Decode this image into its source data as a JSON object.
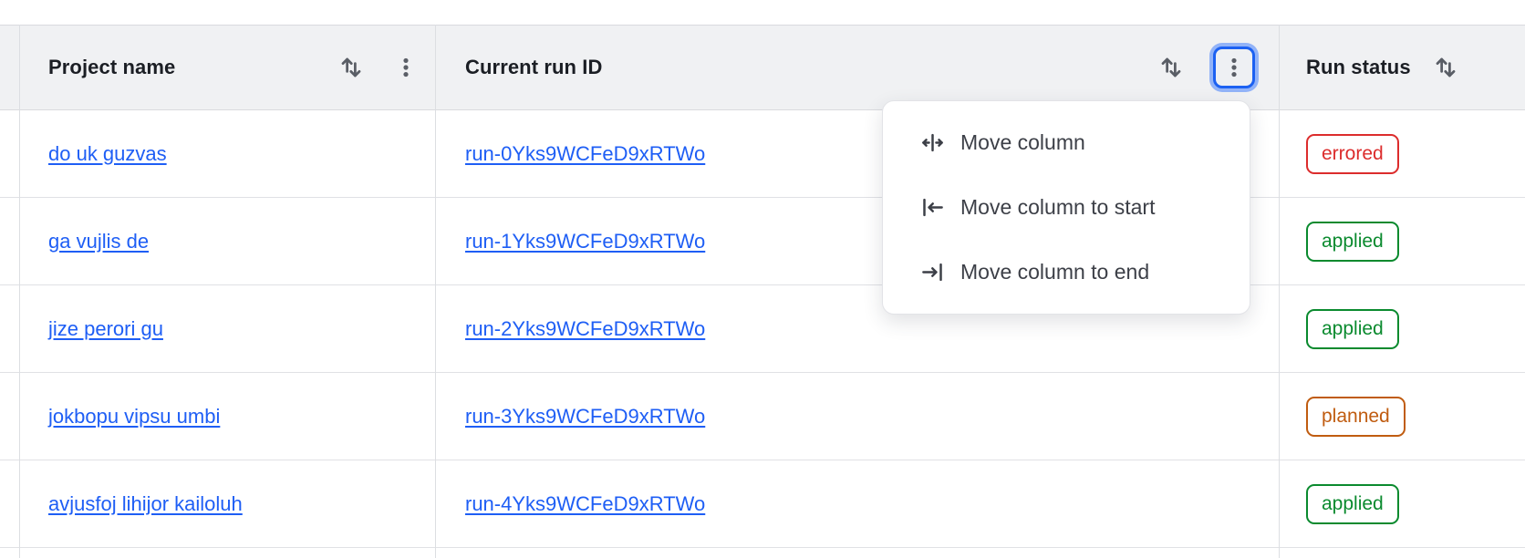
{
  "table": {
    "columns": [
      {
        "id": "project",
        "label": "Project name"
      },
      {
        "id": "run_id",
        "label": "Current run ID"
      },
      {
        "id": "status",
        "label": "Run status"
      }
    ],
    "rows": [
      {
        "project": "do uk guzvas",
        "run_id": "run-0Yks9WCFeD9xRTWo",
        "status": "errored"
      },
      {
        "project": "ga vujlis de",
        "run_id": "run-1Yks9WCFeD9xRTWo",
        "status": "applied"
      },
      {
        "project": "jize perori gu",
        "run_id": "run-2Yks9WCFeD9xRTWo",
        "status": "applied"
      },
      {
        "project": "jokbopu vipsu umbi",
        "run_id": "run-3Yks9WCFeD9xRTWo",
        "status": "planned"
      },
      {
        "project": "avjusfoj lihijor kailoluh",
        "run_id": "run-4Yks9WCFeD9xRTWo",
        "status": "applied"
      }
    ]
  },
  "menu": {
    "items": [
      {
        "label": "Move column",
        "icon": "move-column-icon"
      },
      {
        "label": "Move column to start",
        "icon": "move-column-start-icon"
      },
      {
        "label": "Move column to end",
        "icon": "move-column-end-icon"
      }
    ]
  },
  "icons": {
    "sort": "sort-arrows-icon",
    "kebab": "kebab-menu-icon"
  },
  "status_colors": {
    "errored": "#dc2c2c",
    "applied": "#0a8a2e",
    "planned": "#c05c10"
  },
  "colors": {
    "link_blue": "#1e5ef5",
    "focus_ring_blue": "#1c61f2",
    "focus_halo_blue": "#92b3f8",
    "header_bg": "#f0f1f3",
    "header_text": "#1b1e24",
    "menu_text": "#3c3f47",
    "icon_gray": "#5a5e66",
    "border_gray": "#dcdee2"
  }
}
